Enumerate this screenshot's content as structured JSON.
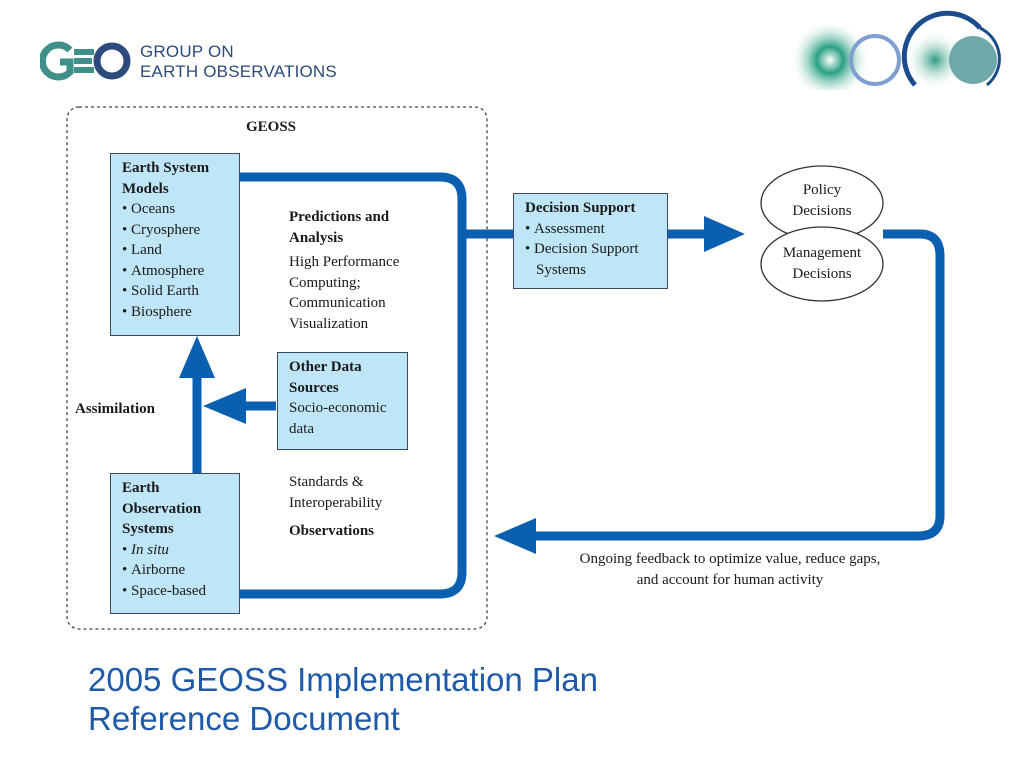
{
  "header": {
    "logo_mark": "GEO",
    "logo_line1": "GROUP ON",
    "logo_line2": "EARTH OBSERVATIONS"
  },
  "diagram": {
    "geoss_label": "GEOSS",
    "earth_system_models": {
      "title_line1": "Earth System",
      "title_line2": "Models",
      "items": [
        "Oceans",
        "Cryosphere",
        "Land",
        "Atmosphere",
        "Solid Earth",
        "Biosphere"
      ]
    },
    "predictions": {
      "title_line1": "Predictions and",
      "title_line2": "Analysis",
      "body_lines": [
        "High Performance",
        "Computing;",
        "Communication",
        "Visualization"
      ]
    },
    "other_data_sources": {
      "title_line1": "Other Data",
      "title_line2": "Sources",
      "body_lines": [
        "Socio-economic",
        "data"
      ]
    },
    "assimilation_label": "Assimilation",
    "standards": {
      "lines": [
        "Standards &",
        "Interoperability"
      ],
      "observations_label": "Observations"
    },
    "earth_observation_systems": {
      "title_lines": [
        "Earth",
        "Observation",
        "Systems"
      ],
      "items": [
        "In situ",
        "Airborne",
        "Space-based"
      ]
    },
    "decision_support": {
      "title": "Decision Support",
      "items": [
        "Assessment",
        "Decision Support"
      ],
      "item2_cont": "Systems"
    },
    "policy_decisions": [
      "Policy",
      "Decisions"
    ],
    "management_decisions": [
      "Management",
      "Decisions"
    ],
    "feedback_caption": [
      "Ongoing feedback to optimize value, reduce gaps,",
      "and account for human activity"
    ]
  },
  "footer": {
    "line1": "2005 GEOSS Implementation Plan",
    "line2": "Reference Document"
  },
  "colors": {
    "arrow_blue": "#0b5fb0",
    "box_fill": "#bfe6f7",
    "title_blue": "#1e5aa8",
    "logo_teal": "#3f8f8a"
  }
}
